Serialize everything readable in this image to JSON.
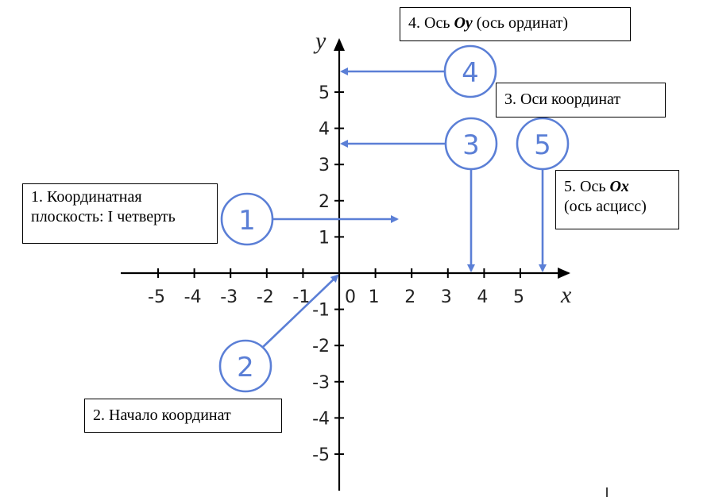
{
  "axes": {
    "x_name": "x",
    "y_name": "y",
    "x_ticks": [
      "-5",
      "-4",
      "-3",
      "-2",
      "-1",
      "0",
      "1",
      "2",
      "3",
      "4",
      "5"
    ],
    "y_ticks": [
      "5",
      "4",
      "3",
      "2",
      "1",
      "-1",
      "-2",
      "-3",
      "-4",
      "-5"
    ]
  },
  "markers": [
    "1",
    "2",
    "3",
    "4",
    "5"
  ],
  "callouts": {
    "c1": {
      "line1": "1. Координатная",
      "line2": "плоскость: I четверть"
    },
    "c2": {
      "text": "2. Начало координат"
    },
    "c3": {
      "text": "3. Оси координат"
    },
    "c4": {
      "prefix": "4. Ось ",
      "axis": "Oy",
      "suffix": " (ось ординат)"
    },
    "c5": {
      "prefix": "5. Ось ",
      "axis": "Ox",
      "line2": "(ось асцисс)"
    }
  },
  "colors": {
    "accent": "#5b7fd6",
    "axis": "#000000"
  }
}
